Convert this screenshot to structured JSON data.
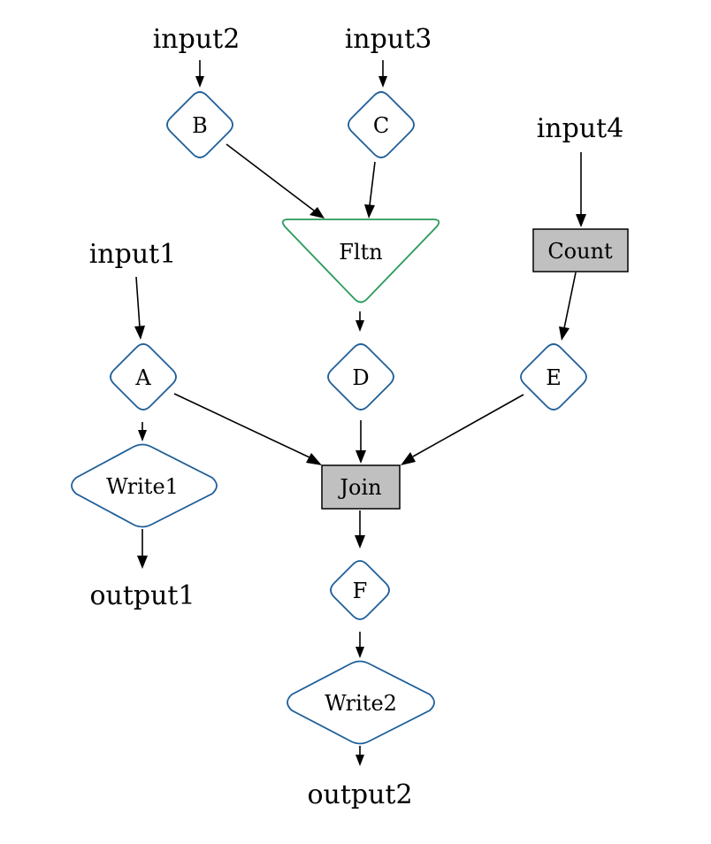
{
  "colors": {
    "diamond_stroke": "#1f5f99",
    "flatten_stroke": "#2a9a5a",
    "box_fill": "#c0c0c0",
    "box_stroke": "#000000",
    "edge": "#000000",
    "background": "#ffffff"
  },
  "inputs": {
    "input1": "input1",
    "input2": "input2",
    "input3": "input3",
    "input4": "input4"
  },
  "outputs": {
    "output1": "output1",
    "output2": "output2"
  },
  "nodes": {
    "A": "A",
    "B": "B",
    "C": "C",
    "D": "D",
    "E": "E",
    "F": "F",
    "fltn": "Fltn",
    "count": "Count",
    "join": "Join",
    "write1": "Write1",
    "write2": "Write2"
  },
  "edges": [
    {
      "from": "input1",
      "to": "A"
    },
    {
      "from": "input2",
      "to": "B"
    },
    {
      "from": "input3",
      "to": "C"
    },
    {
      "from": "input4",
      "to": "Count"
    },
    {
      "from": "B",
      "to": "Fltn"
    },
    {
      "from": "C",
      "to": "Fltn"
    },
    {
      "from": "Fltn",
      "to": "D"
    },
    {
      "from": "Count",
      "to": "E"
    },
    {
      "from": "A",
      "to": "Write1"
    },
    {
      "from": "A",
      "to": "Join"
    },
    {
      "from": "D",
      "to": "Join"
    },
    {
      "from": "E",
      "to": "Join"
    },
    {
      "from": "Write1",
      "to": "output1"
    },
    {
      "from": "Join",
      "to": "F"
    },
    {
      "from": "F",
      "to": "Write2"
    },
    {
      "from": "Write2",
      "to": "output2"
    }
  ]
}
